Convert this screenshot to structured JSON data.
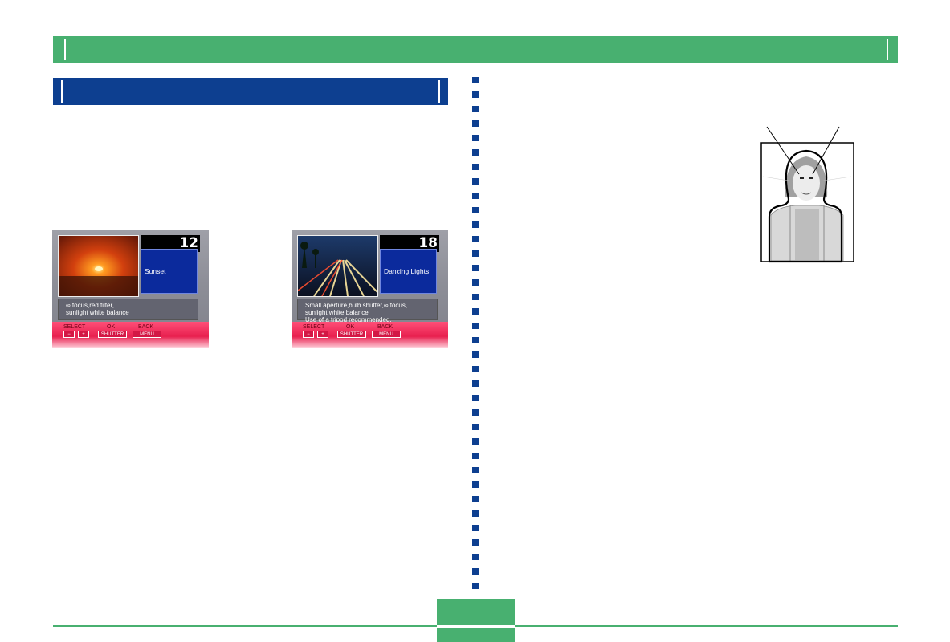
{
  "screens": [
    {
      "number": "12",
      "scene_name": "Sunset",
      "description": "∞ focus,red filter,\nsunlight white balance",
      "controls": {
        "select_label": "SELECT",
        "ok_label": "OK",
        "back_label": "BACK",
        "minus_key": "−",
        "plus_key": "+",
        "shutter_key": "SHUTTER",
        "menu_key": "MENU"
      }
    },
    {
      "number": "18",
      "scene_name": "Dancing Lights",
      "description": "Small aperture,bulb shutter,∞ focus,\nsunlight white balance\nUse of a tripod recommended.",
      "controls": {
        "select_label": "SELECT",
        "ok_label": "OK",
        "back_label": "BACK",
        "minus_key": "−",
        "plus_key": "+",
        "shutter_key": "SHUTTER",
        "menu_key": "MENU"
      }
    }
  ],
  "colors": {
    "header_green": "#48b070",
    "section_blue": "#0d3f90",
    "scene_name_blue": "#0b2a9c",
    "control_red": "#e8204f"
  }
}
